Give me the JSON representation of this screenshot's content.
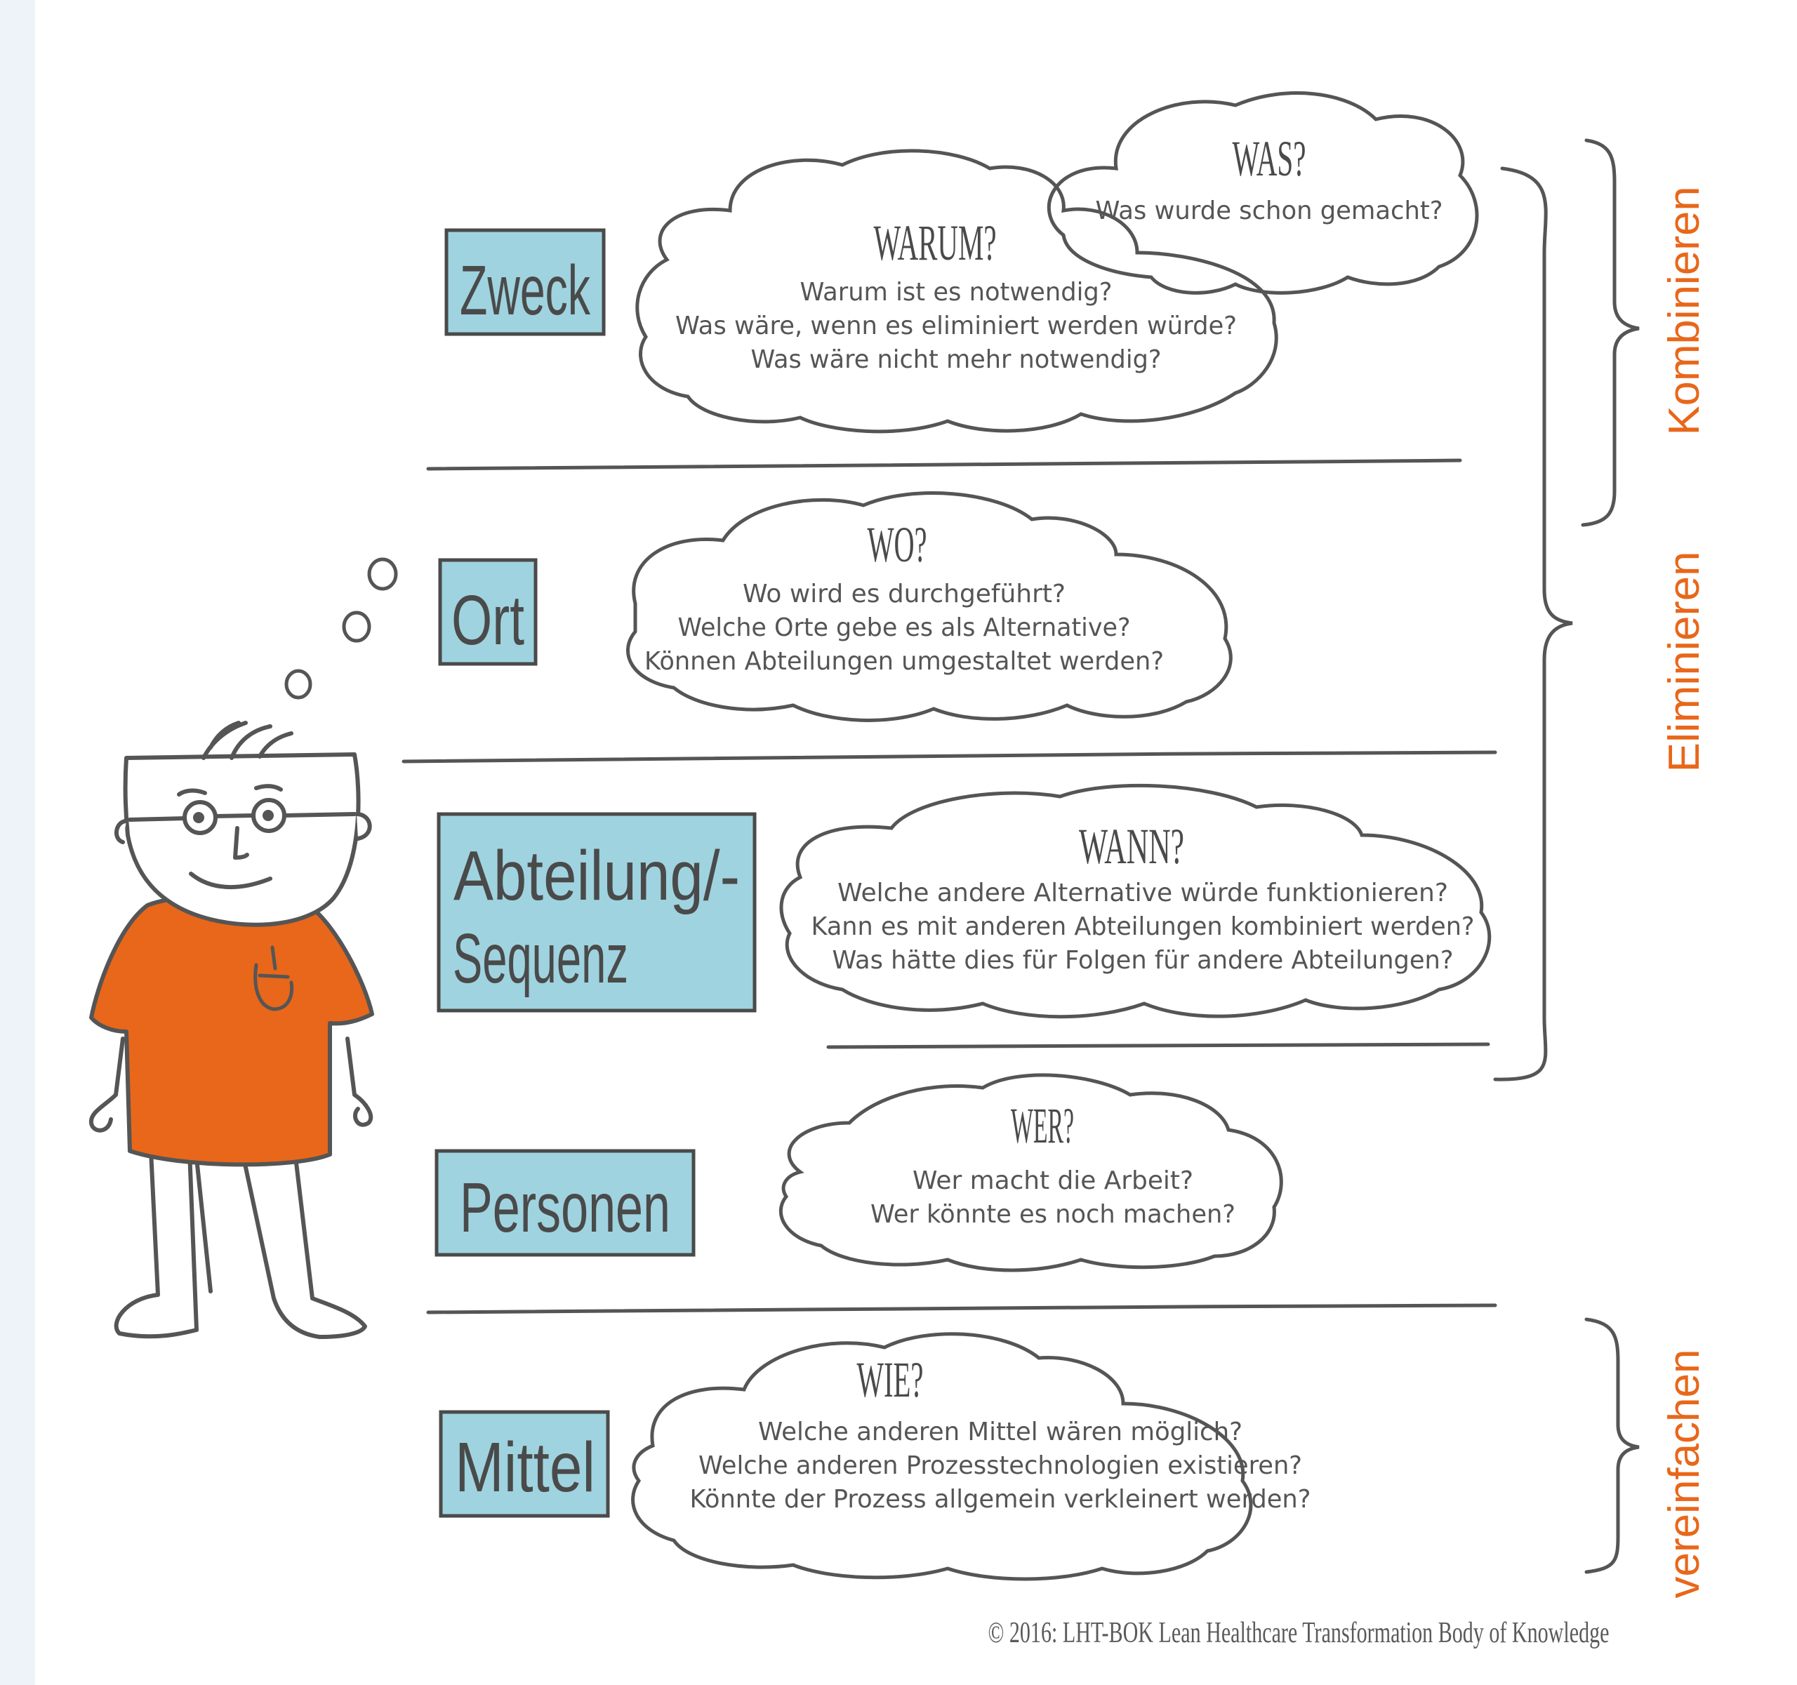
{
  "accent_orange": "#e8671a",
  "box_blue": "#9fd3df",
  "ink": "#4a4a4a",
  "categories": [
    {
      "label": "Zweck"
    },
    {
      "label": "Ort"
    },
    {
      "label_line1": "Abteilung/-",
      "label_line2": "Sequenz"
    },
    {
      "label": "Personen"
    },
    {
      "label": "Mittel"
    }
  ],
  "clouds": {
    "was": {
      "heading": "WAS?",
      "lines": [
        "Was wurde schon gemacht?"
      ]
    },
    "warum": {
      "heading": "WARUM?",
      "lines": [
        "Warum ist es notwendig?",
        "Was wäre, wenn es eliminiert werden würde?",
        "Was wäre nicht mehr notwendig?"
      ]
    },
    "wo": {
      "heading": "WO?",
      "lines": [
        "Wo wird es durchgeführt?",
        "Welche Orte gebe es als Alternative?",
        "Können Abteilungen umgestaltet werden?"
      ]
    },
    "wann": {
      "heading": "WANN?",
      "lines": [
        "Welche andere Alternative würde funktionieren?",
        "Kann es mit anderen Abteilungen kombiniert werden?",
        "Was hätte dies für Folgen für andere Abteilungen?"
      ]
    },
    "wer": {
      "heading": "WER?",
      "lines": [
        "Wer macht die Arbeit?",
        "Wer könnte es noch machen?"
      ]
    },
    "wie": {
      "heading": "WIE?",
      "lines": [
        "Welche anderen Mittel wären möglich?",
        "Welche anderen Prozesstechnologien existieren?",
        "Könnte der Prozess allgemein verkleinert werden?"
      ]
    }
  },
  "side_labels": {
    "kombinieren": "Kombinieren",
    "eliminieren": "Eliminieren",
    "vereinfachen": "vereinfachen"
  },
  "copyright": "© 2016: LHT-BOK Lean Healthcare Transformation Body of Knowledge"
}
